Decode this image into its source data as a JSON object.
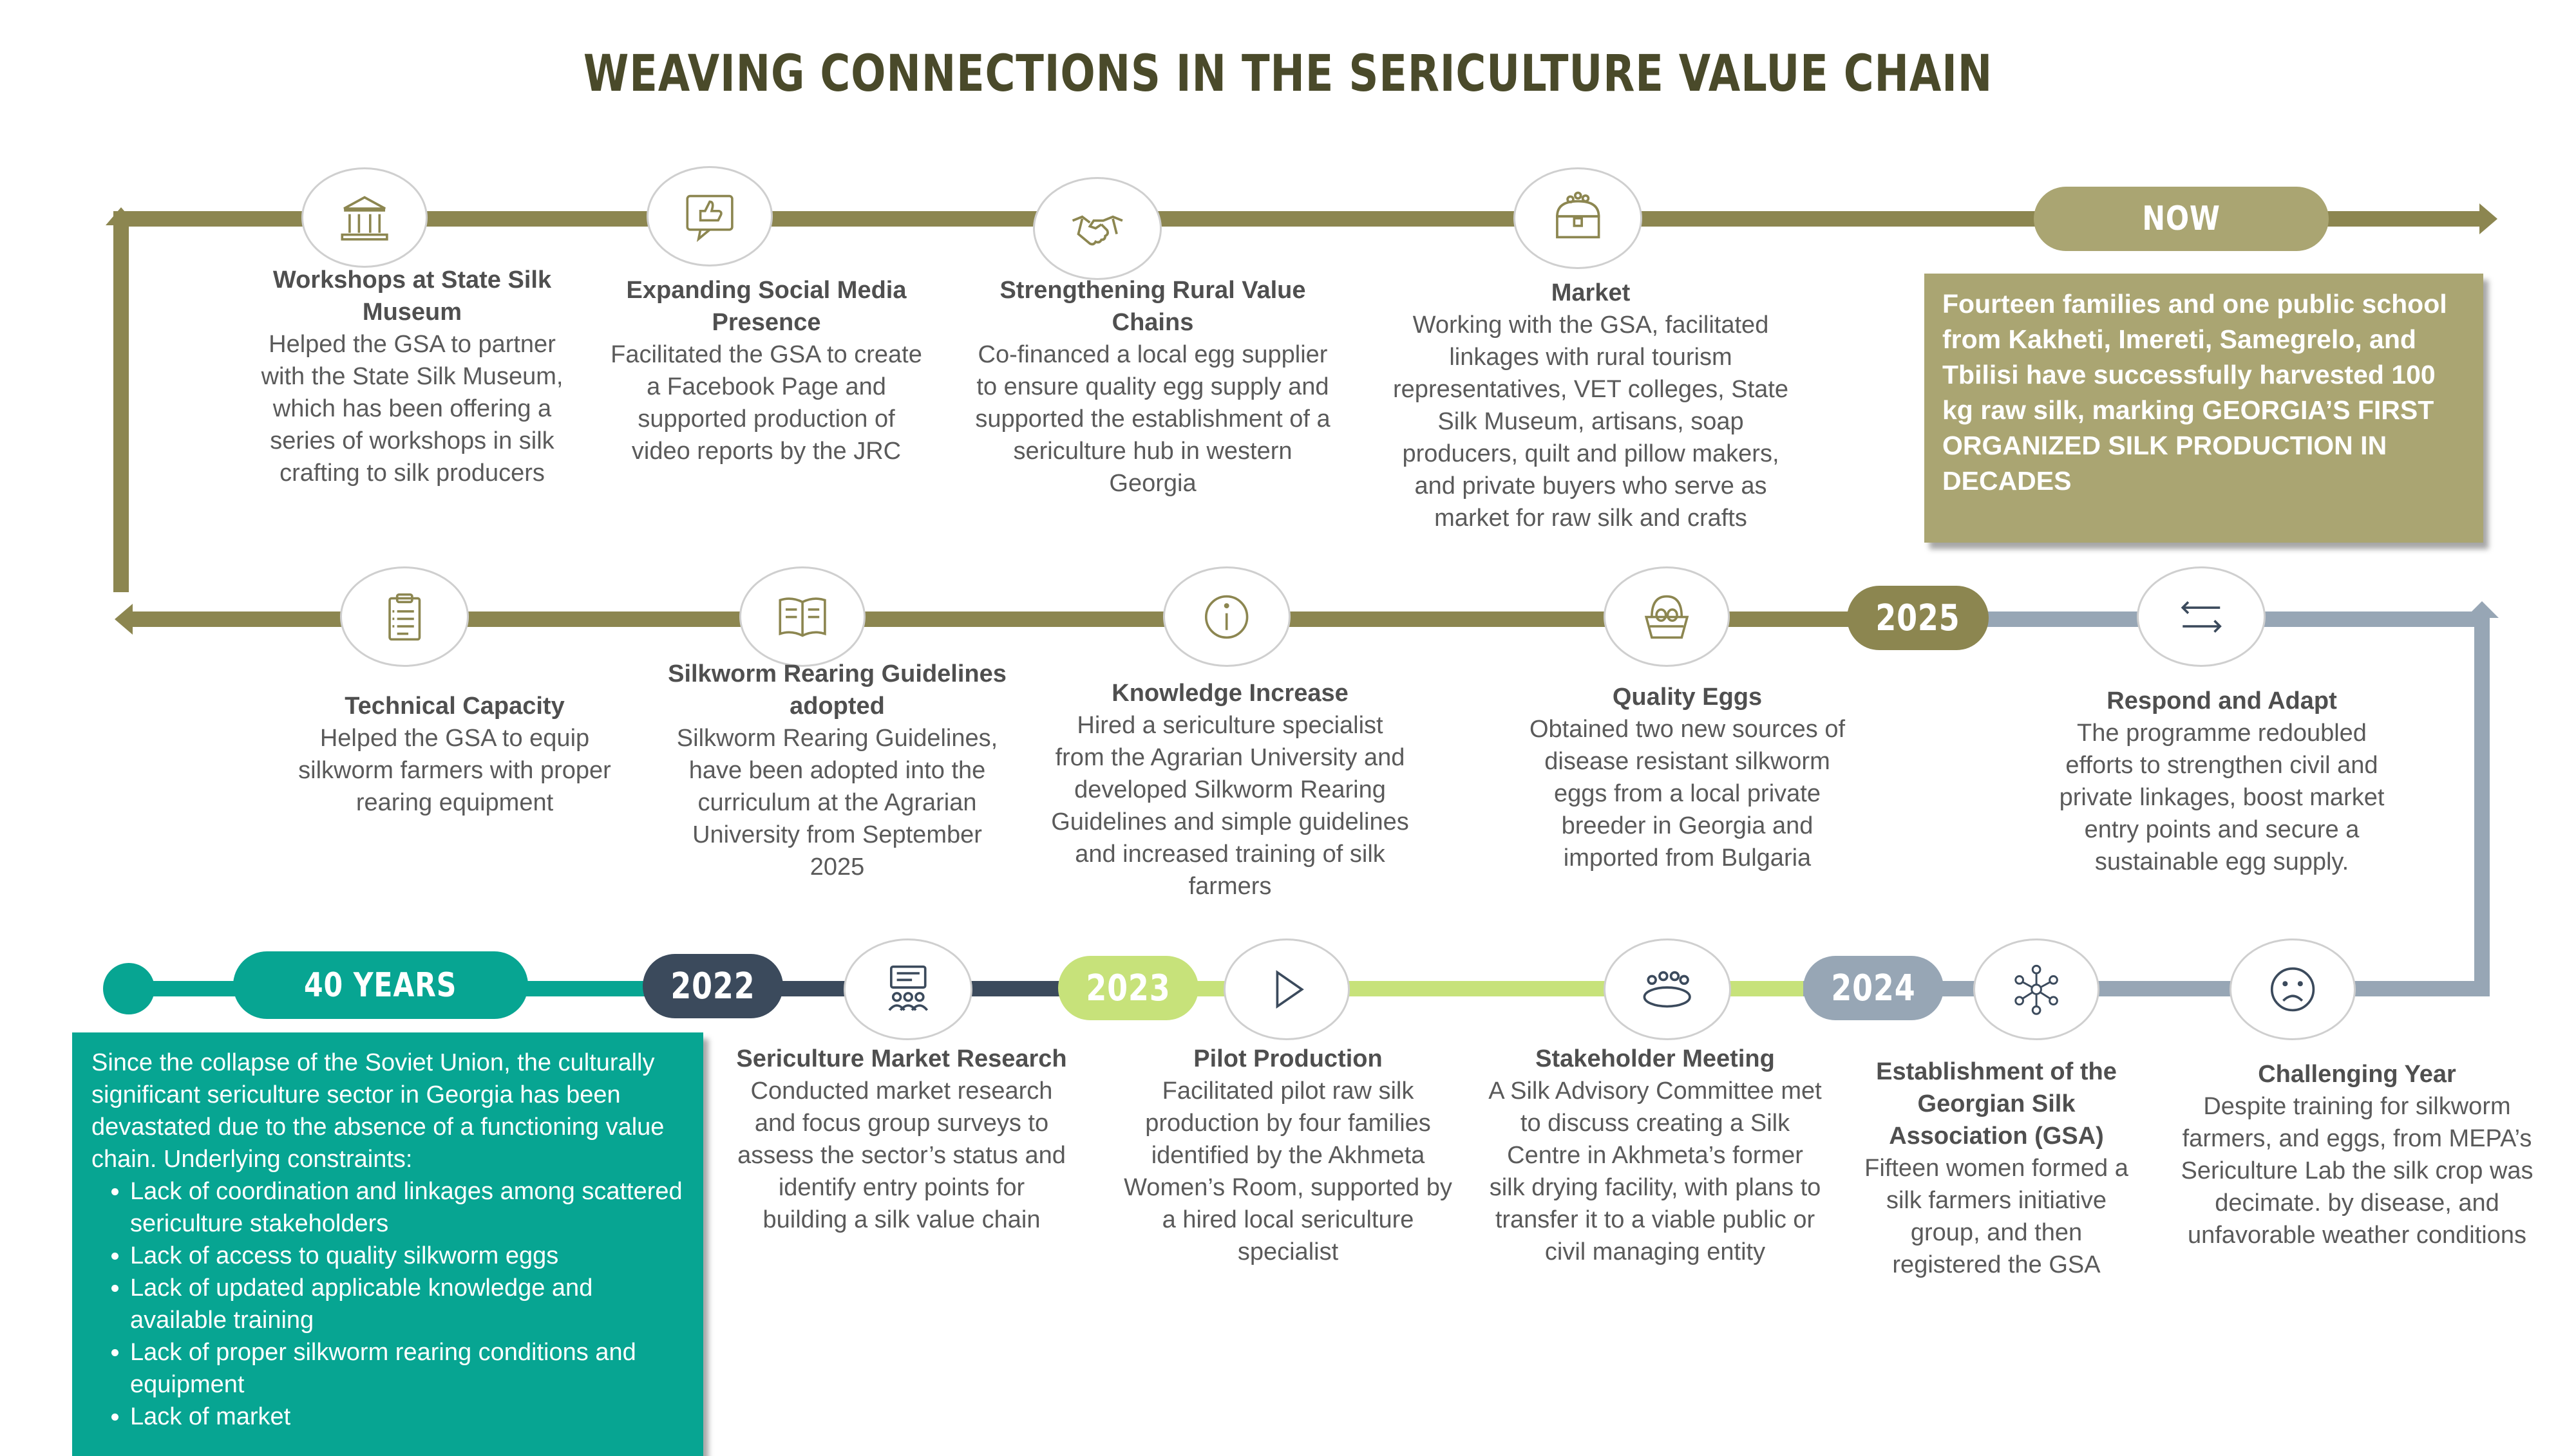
{
  "title": "WEAVING CONNECTIONS IN THE SERICULTURE VALUE CHAIN",
  "colors": {
    "olive": "#8c8650",
    "teal": "#07a592",
    "navy": "#3b4a5c",
    "lime": "#c7e27a",
    "gray_blue": "#97a6b5",
    "now_box": "#aaa572"
  },
  "markers": {
    "start": "40 YEARS",
    "y2022": "2022",
    "y2023": "2023",
    "y2024": "2024",
    "y2025": "2025",
    "now": "NOW"
  },
  "now_box": "Fourteen families and one public school from Kakheti, Imereti, Samegrelo, and Tbilisi have successfully harvested 100 kg raw silk, marking GEORGIA’S FIRST ORGANIZED SILK PRODUCTION IN DECADES",
  "intro": {
    "text": "Since the collapse of the Soviet Union, the culturally significant sericulture sector in Georgia has been devastated due to the absence of a functioning value chain. Underlying constraints:",
    "bullets": [
      "Lack of coordination and linkages among scattered sericulture stakeholders",
      "Lack of access to quality silkworm eggs",
      "Lack of updated applicable knowledge and available training",
      "Lack of proper silkworm rearing conditions and equipment",
      "Lack of market"
    ]
  },
  "top_row": [
    {
      "icon": "museum-icon",
      "title": "Workshops at State Silk Museum",
      "body": "Helped the GSA to partner with the State Silk Museum, which has been offering a series of workshops in silk crafting to silk producers"
    },
    {
      "icon": "thumbs-up-icon",
      "title": "Expanding Social Media Presence",
      "body": "Facilitated the GSA to create a Facebook Page and supported production of video reports by the JRC"
    },
    {
      "icon": "handshake-icon",
      "title": "Strengthening Rural Value Chains",
      "body": "Co-financed a local egg supplier to ensure quality egg supply and supported the establishment of a sericulture hub in western Georgia"
    },
    {
      "icon": "treasure-chest-icon",
      "title": "Market",
      "body": "Working with the GSA, facilitated linkages with rural tourism representatives, VET colleges, State Silk Museum, artisans, soap producers, quilt and pillow makers, and private buyers who serve as market for raw silk and crafts"
    }
  ],
  "middle_row": [
    {
      "icon": "clipboard-icon",
      "title": "Technical Capacity",
      "body": "Helped the GSA to equip silkworm farmers with proper rearing equipment"
    },
    {
      "icon": "open-book-icon",
      "title": "Silkworm Rearing Guidelines adopted",
      "body": "Silkworm Rearing Guidelines, have been adopted into the curriculum at the Agrarian University from September 2025"
    },
    {
      "icon": "info-icon",
      "title": "Knowledge Increase",
      "body": "Hired a sericulture specialist from the Agrarian University and developed Silkworm Rearing Guidelines and simple guidelines and increased training of silk farmers"
    },
    {
      "icon": "egg-basket-icon",
      "title": "Quality Eggs",
      "body": "Obtained two new sources of disease resistant silkworm eggs from a local private breeder in Georgia and imported from Bulgaria"
    },
    {
      "icon": "arrows-exchange-icon",
      "title": "Respond and Adapt",
      "body": "The programme redoubled efforts to strengthen civil and private linkages, boost market entry points and secure a sustainable  egg supply."
    }
  ],
  "bottom_row": [
    {
      "icon": "presentation-icon",
      "title": "Sericulture Market Research",
      "body": "Conducted market research and focus group surveys to assess the sector’s status and identify entry points for building a silk value chain"
    },
    {
      "icon": "play-icon",
      "title": "Pilot Production",
      "body": "Facilitated pilot raw silk production by four families identified by the Akhmeta Women’s Room, supported by a hired local sericulture specialist"
    },
    {
      "icon": "meeting-table-icon",
      "title": "Stakeholder Meeting",
      "body": "A Silk Advisory Committee met to discuss creating a Silk Centre in Akhmeta’s former silk drying facility, with plans to transfer it to a viable public or civil managing entity"
    },
    {
      "icon": "network-icon",
      "title": "Establishment of the Georgian Silk Association (GSA)",
      "body": "Fifteen women formed a silk farmers initiative group, and then registered the GSA"
    },
    {
      "icon": "sad-face-icon",
      "title": "Challenging Year",
      "body": "Despite training for silkworm farmers, and eggs, from MEPA’s Sericulture Lab the silk crop was decimate. by disease, and unfavorable weather conditions"
    }
  ]
}
